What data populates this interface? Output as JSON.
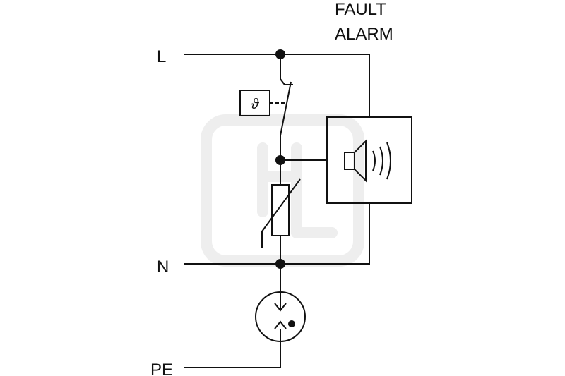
{
  "labels": {
    "line": "L",
    "neutral": "N",
    "protective_earth": "PE",
    "fault_alarm_line1": "FAULT",
    "fault_alarm_line2": "ALARM",
    "thermal_symbol": "ϑ"
  },
  "colors": {
    "line": "#111111",
    "background": "#ffffff",
    "watermark": "#eeeeee"
  },
  "icons": {
    "alarm": "speaker-icon",
    "spark_gap": "spark-gap-icon",
    "varistor": "varistor-icon",
    "thermal_disconnector": "thermal-disconnector-icon"
  }
}
